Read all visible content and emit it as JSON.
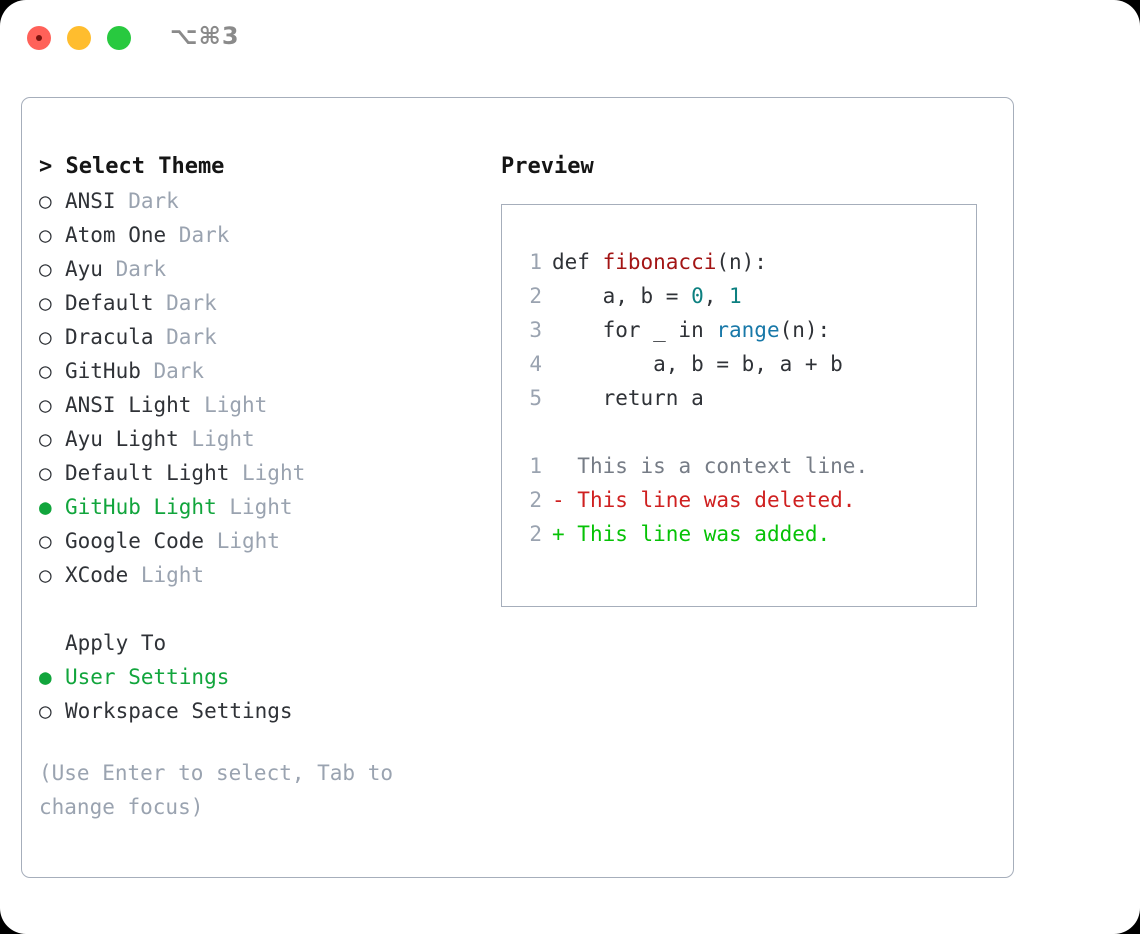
{
  "titlebar": {
    "shortcut": "⌥⌘3",
    "lights": [
      "close-red",
      "minimize-yellow",
      "zoom-green"
    ]
  },
  "left": {
    "title": "> Select Theme",
    "themes": [
      {
        "bullet": "○",
        "name": "ANSI",
        "variant": "Dark",
        "selected": false
      },
      {
        "bullet": "○",
        "name": "Atom One",
        "variant": "Dark",
        "selected": false
      },
      {
        "bullet": "○",
        "name": "Ayu",
        "variant": "Dark",
        "selected": false
      },
      {
        "bullet": "○",
        "name": "Default",
        "variant": "Dark",
        "selected": false
      },
      {
        "bullet": "○",
        "name": "Dracula",
        "variant": "Dark",
        "selected": false
      },
      {
        "bullet": "○",
        "name": "GitHub",
        "variant": "Dark",
        "selected": false
      },
      {
        "bullet": "○",
        "name": "ANSI Light",
        "variant": "Light",
        "selected": false
      },
      {
        "bullet": "○",
        "name": "Ayu Light",
        "variant": "Light",
        "selected": false
      },
      {
        "bullet": "○",
        "name": "Default Light",
        "variant": "Light",
        "selected": false
      },
      {
        "bullet": "●",
        "name": "GitHub Light",
        "variant": "Light",
        "selected": true
      },
      {
        "bullet": "○",
        "name": "Google Code",
        "variant": "Light",
        "selected": false
      },
      {
        "bullet": "○",
        "name": "XCode",
        "variant": "Light",
        "selected": false
      }
    ],
    "apply_to": {
      "title": "Apply To",
      "options": [
        {
          "bullet": "●",
          "label": "User Settings",
          "selected": true
        },
        {
          "bullet": "○",
          "label": "Workspace Settings",
          "selected": false
        }
      ]
    },
    "hint": "(Use Enter to select, Tab to change focus)"
  },
  "right": {
    "title": "Preview",
    "code": [
      {
        "n": "1",
        "parts": [
          {
            "t": "def ",
            "c": "plain"
          },
          {
            "t": "fibonacci",
            "c": "fn"
          },
          {
            "t": "(n):",
            "c": "plain"
          }
        ]
      },
      {
        "n": "2",
        "parts": [
          {
            "t": "    a, b = ",
            "c": "plain"
          },
          {
            "t": "0",
            "c": "num"
          },
          {
            "t": ", ",
            "c": "plain"
          },
          {
            "t": "1",
            "c": "num"
          }
        ]
      },
      {
        "n": "3",
        "parts": [
          {
            "t": "    for _ in ",
            "c": "plain"
          },
          {
            "t": "range",
            "c": "bi"
          },
          {
            "t": "(n):",
            "c": "plain"
          }
        ]
      },
      {
        "n": "4",
        "parts": [
          {
            "t": "        a, b = b, a + b",
            "c": "plain"
          }
        ]
      },
      {
        "n": "5",
        "parts": [
          {
            "t": "    return a",
            "c": "plain"
          }
        ]
      }
    ],
    "diff": [
      {
        "n": "1",
        "marker": "  ",
        "text": "This is a context line.",
        "kind": "ctx"
      },
      {
        "n": "2",
        "marker": "- ",
        "text": "This line was deleted.",
        "kind": "del"
      },
      {
        "n": "2",
        "marker": "+ ",
        "text": "This line was added.",
        "kind": "add"
      }
    ]
  },
  "colors": {
    "accent_green": "#11a53c",
    "muted": "#9aa3b0",
    "text": "#2f3237",
    "border": "#a6aebb",
    "code_function": "#a31515",
    "code_number": "#0d8080",
    "code_builtin": "#1878a8",
    "diff_deleted": "#cf2020",
    "diff_added": "#06c206"
  }
}
